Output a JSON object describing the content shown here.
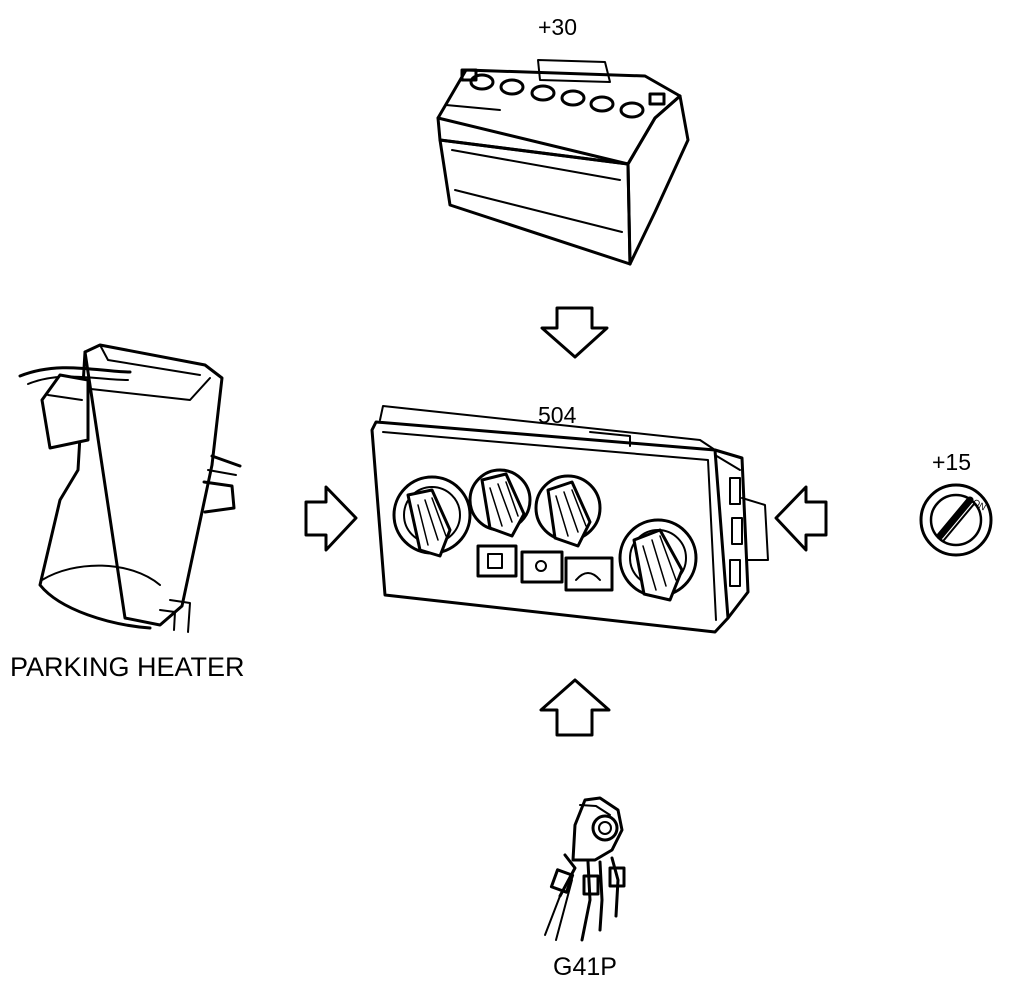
{
  "labels": {
    "battery": "+30",
    "control_unit": "504",
    "ignition": "+15",
    "ignition_key_marking": "ON",
    "parking_heater": "PARKING HEATER",
    "sensor": "G41P"
  },
  "icons": {
    "battery": "car-battery-icon",
    "control_unit": "heater-control-panel-icon",
    "ignition": "ignition-switch-icon",
    "parking_heater": "parking-heater-unit-icon",
    "sensor": "temperature-sensor-icon",
    "arrows": "hollow-arrow-icon"
  }
}
